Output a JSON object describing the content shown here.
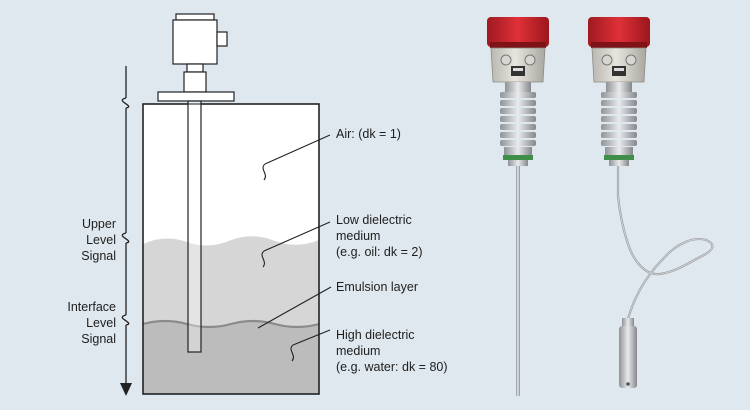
{
  "labels": {
    "air": "Air: (dk = 1)",
    "low_line1": "Low dielectric",
    "low_line2": "medium",
    "low_line3": "(e.g. oil: dk = 2)",
    "emulsion": "Emulsion layer",
    "high_line1": "High dielectric",
    "high_line2": "medium",
    "high_line3": "(e.g. water: dk = 80)",
    "upper_line1": "Upper",
    "upper_line2": "Level",
    "upper_line3": "Signal",
    "interface_line1": "Interface",
    "interface_line2": "Level",
    "interface_line3": "Signal"
  },
  "colors": {
    "background": "#dfe8ef",
    "tank_fill": "#ffffff",
    "oil_fill": "#d6d6d6",
    "water_fill": "#bbbbbb",
    "outline": "#222222",
    "housing_red": "#c8232c",
    "housing_body": "#d5d3cc"
  },
  "icons": {
    "gauge_head": "radar-gauge-housing-icon",
    "rod_probe": "rod-probe-icon",
    "cable_probe": "cable-probe-icon"
  }
}
